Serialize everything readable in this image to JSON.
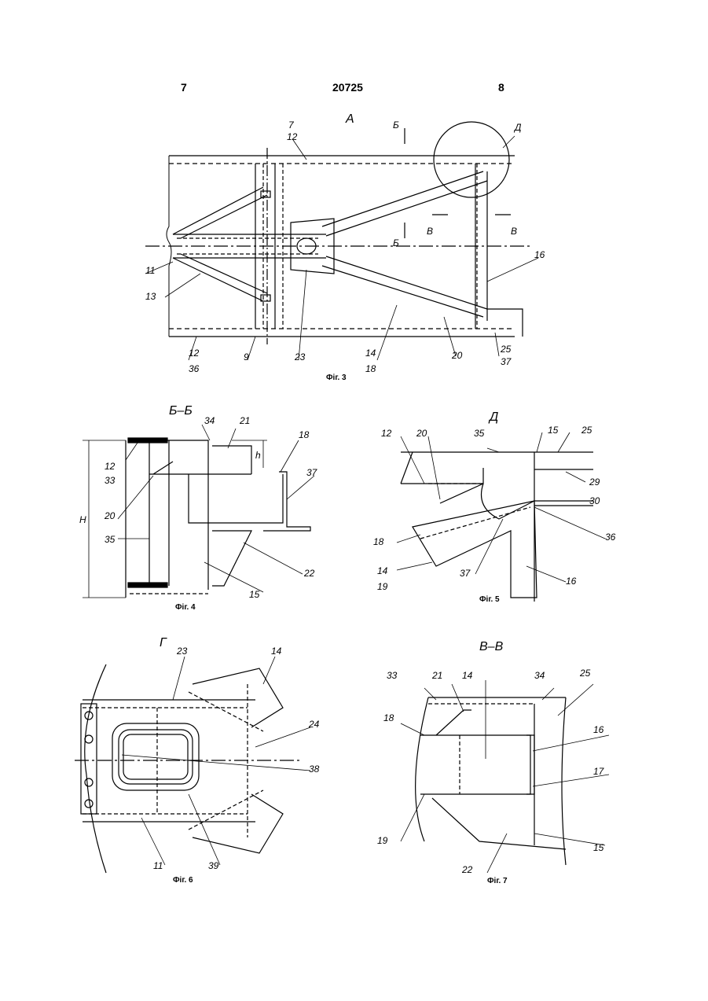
{
  "header": {
    "page_left": "7",
    "patent_no": "20725",
    "page_right": "8"
  },
  "fig3": {
    "caption": "Фіг. 3",
    "view_label": "А",
    "callouts": {
      "c7": "7",
      "c12top": "12",
      "cD": "Д",
      "cB1": "Б",
      "cB2": "Б",
      "cV1": "В",
      "cV2": "В",
      "c11": "11",
      "c13": "13",
      "c16": "16",
      "c12b": "12",
      "c36": "36",
      "c9": "9",
      "c23": "23",
      "c14": "14",
      "c18": "18",
      "c20": "20",
      "c25": "25",
      "c37": "37"
    }
  },
  "fig4": {
    "caption": "Фіг. 4",
    "title": "Б–Б",
    "callouts": {
      "c34": "34",
      "c21": "21",
      "c18": "18",
      "h": "h",
      "c37": "37",
      "c12": "12",
      "c33": "33",
      "H": "H",
      "c20": "20",
      "c35": "35",
      "c22": "22",
      "c15": "15"
    }
  },
  "fig5": {
    "caption": "Фіг. 5",
    "title": "Д",
    "callouts": {
      "c12": "12",
      "c20": "20",
      "c35": "35",
      "c15": "15",
      "c25": "25",
      "c29": "29",
      "c30": "30",
      "c18": "18",
      "c36": "36",
      "c14": "14",
      "c19": "19",
      "c37": "37",
      "c16": "16"
    }
  },
  "fig6": {
    "caption": "Фіг. 6",
    "title": "Г",
    "callouts": {
      "c23": "23",
      "c14": "14",
      "c24": "24",
      "c38": "38",
      "c11": "11",
      "c39": "39"
    }
  },
  "fig7": {
    "caption": "Фіг. 7",
    "title": "В–В",
    "callouts": {
      "c33": "33",
      "c21": "21",
      "c14": "14",
      "c34": "34",
      "c25": "25",
      "c18": "18",
      "c16": "16",
      "c17": "17",
      "c19": "19",
      "c15": "15",
      "c22": "22"
    }
  }
}
